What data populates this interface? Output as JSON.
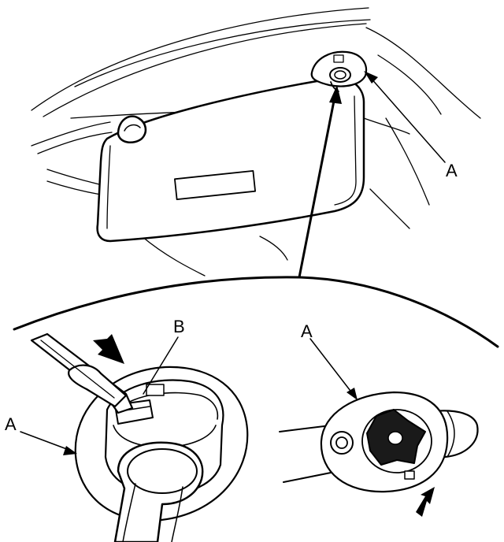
{
  "callouts": {
    "a_top": "A",
    "b_detail": "B",
    "a_right_detail": "A",
    "a_left_detail": "A"
  },
  "colors": {
    "ink": "#000000",
    "paper": "#ffffff",
    "fill_dark": "#1a1a1a"
  }
}
